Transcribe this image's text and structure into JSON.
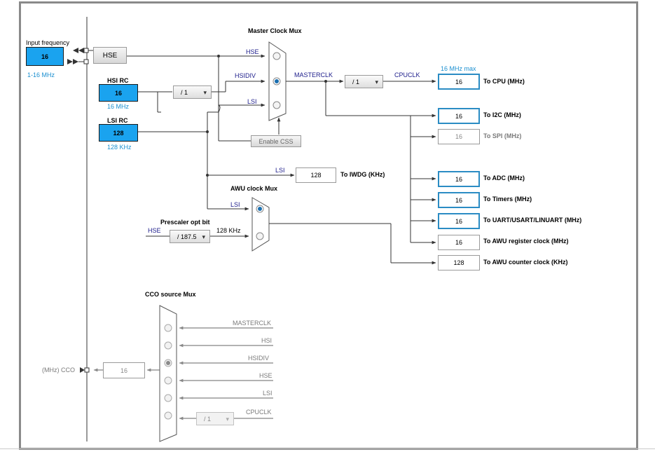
{
  "input": {
    "label": "Input frequency",
    "value": "16",
    "range": "1-16 MHz"
  },
  "hse": {
    "button": "HSE"
  },
  "hsi": {
    "label": "HSI RC",
    "value": "16",
    "freq": "16 MHz",
    "prescaler": "/ 1"
  },
  "lsi": {
    "label": "LSI RC",
    "value": "128",
    "freq": "128 KHz"
  },
  "master_mux": {
    "title": "Master Clock Mux",
    "inputs": [
      "HSE",
      "HSIDIV",
      "LSI"
    ],
    "output_label": "MASTERCLK",
    "enable_css": "Enable CSS"
  },
  "cpu": {
    "prescaler": "/ 1",
    "label": "CPUCLK",
    "max_note": "16 MHz max"
  },
  "outputs": [
    {
      "value": "16",
      "label": "To CPU (MHz)",
      "enabled": true
    },
    {
      "value": "16",
      "label": "To I2C (MHz)",
      "enabled": true
    },
    {
      "value": "16",
      "label": "To SPI (MHz)",
      "enabled": false
    },
    {
      "value": "16",
      "label": "To ADC (MHz)",
      "enabled": true
    },
    {
      "value": "16",
      "label": "To Timers (MHz)",
      "enabled": true
    },
    {
      "value": "16",
      "label": "To UART/USART/LINUART (MHz)",
      "enabled": true
    },
    {
      "value": "16",
      "label": "To AWU register clock (MHz)",
      "enabled": true
    },
    {
      "value": "128",
      "label": "To AWU counter clock (KHz)",
      "enabled": true
    }
  ],
  "iwdg": {
    "input_label": "LSI",
    "value": "128",
    "label": "To IWDG (KHz)"
  },
  "awu_mux": {
    "title": "AWU clock Mux",
    "input_label": "LSI"
  },
  "prescaler_opt": {
    "title": "Prescaler opt bit",
    "input_label": "HSE",
    "value": "/ 187.5",
    "output_label": "128 KHz"
  },
  "cco_mux": {
    "title": "CCO source Mux",
    "inputs": [
      "MASTERCLK",
      "HSI",
      "HSIDIV",
      "HSE",
      "LSI",
      "CPUCLK"
    ],
    "selected_index": 2,
    "cpu_prescaler": "/ 1"
  },
  "cco": {
    "label": "(MHz) CCO",
    "value": "16"
  }
}
